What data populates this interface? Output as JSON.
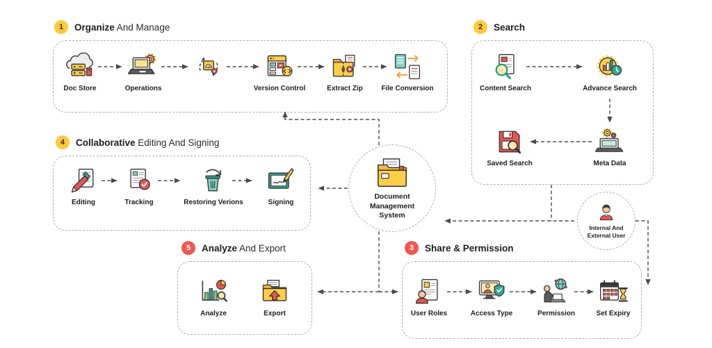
{
  "diagram_title": "Document Management System",
  "center_node": {
    "label": "Document Management System",
    "icon": "dms-folder-icon"
  },
  "user_node": {
    "label": "Internal And External User",
    "icon": "user-person-icon"
  },
  "sections": {
    "organize": {
      "num": "1",
      "title_bold": "Organize",
      "title_rest": " And Manage",
      "badge_color": "#FFC93C",
      "items": [
        {
          "icon": "doc-store-icon",
          "label": "Doc Store"
        },
        {
          "icon": "operations-icon",
          "label": "Operations"
        },
        {
          "icon": "process-sync-icon",
          "label": ""
        },
        {
          "icon": "version-control-icon",
          "label": "Version Control"
        },
        {
          "icon": "extract-zip-icon",
          "label": "Extract Zip"
        },
        {
          "icon": "file-conversion-icon",
          "label": "File Conversion"
        }
      ]
    },
    "search": {
      "num": "2",
      "title_bold": "Search",
      "title_rest": "",
      "badge_color": "#FFC93C",
      "items": [
        {
          "icon": "content-search-icon",
          "label": "Content Search"
        },
        {
          "icon": "advance-search-icon",
          "label": "Advance Search"
        },
        {
          "icon": "saved-search-icon",
          "label": "Saved Search"
        },
        {
          "icon": "meta-data-icon",
          "label": "Meta Data"
        }
      ]
    },
    "share": {
      "num": "3",
      "title_bold": "Share & Permission",
      "title_rest": "",
      "badge_color": "#F0564F",
      "items": [
        {
          "icon": "user-roles-icon",
          "label": "User Roles"
        },
        {
          "icon": "access-type-icon",
          "label": "Access Type"
        },
        {
          "icon": "permission-icon",
          "label": "Permission"
        },
        {
          "icon": "set-expiry-icon",
          "label": "Set Expiry"
        }
      ]
    },
    "collaborative": {
      "num": "4",
      "title_bold": "Collaborative",
      "title_rest": " Editing And Signing",
      "badge_color": "#FFC93C",
      "items": [
        {
          "icon": "editing-icon",
          "label": "Editing"
        },
        {
          "icon": "tracking-icon",
          "label": "Tracking"
        },
        {
          "icon": "restoring-versions-icon",
          "label": "Restoring Verions"
        },
        {
          "icon": "signing-icon",
          "label": "Signing"
        }
      ]
    },
    "analyze_export": {
      "num": "5",
      "title_bold": "Analyze",
      "title_rest": " And Export",
      "badge_color": "#F0564F",
      "items": [
        {
          "icon": "analyze-icon",
          "label": "Analyze"
        },
        {
          "icon": "export-icon",
          "label": "Export"
        }
      ]
    }
  },
  "colors": {
    "accent_yellow": "#FFC93C",
    "accent_red": "#F0564F",
    "accent_teal": "#35A79B",
    "outline": "#333333",
    "dashed_border": "#ACACAC",
    "connector": "#4A4A4A",
    "background": "#FFFFFF"
  }
}
